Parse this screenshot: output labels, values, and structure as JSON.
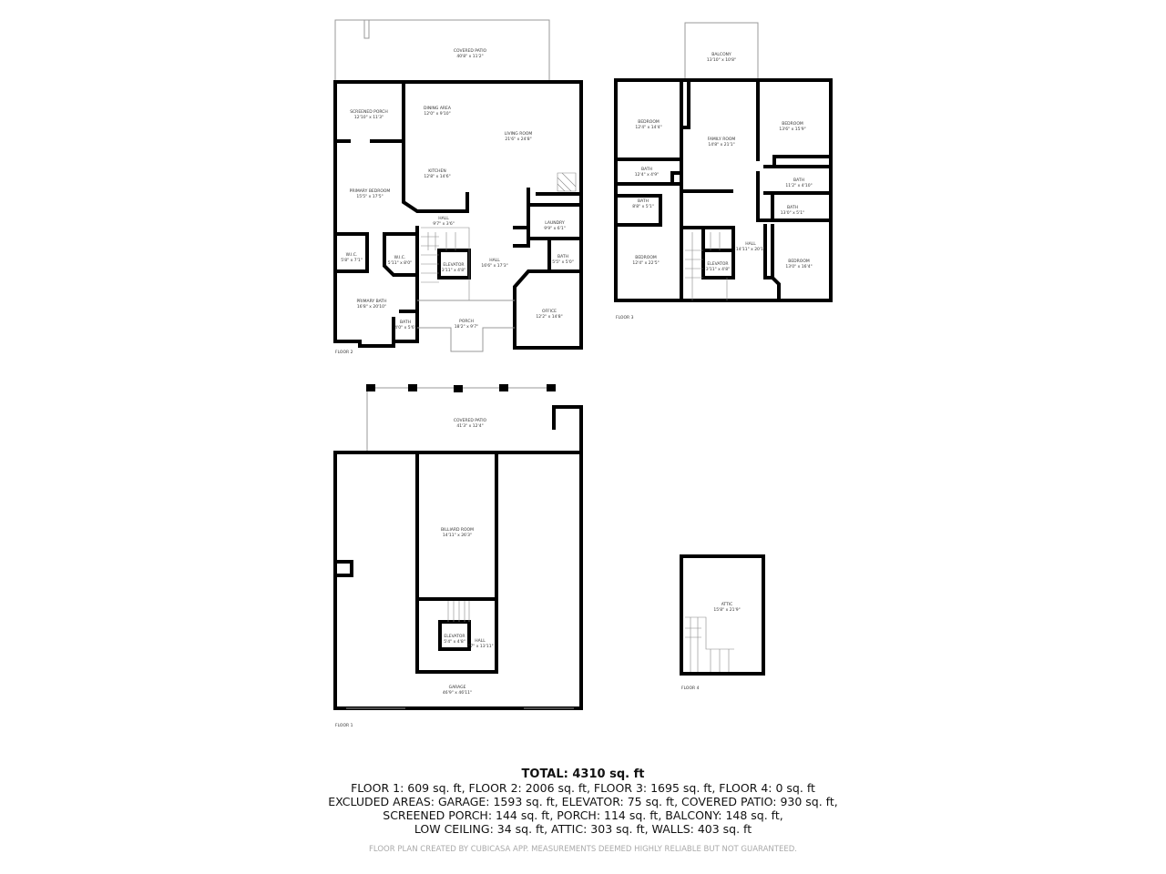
{
  "floors": [
    {
      "label": "FLOOR 2",
      "rooms": [
        {
          "name": "COVERED PATIO",
          "dims": "40'8\" x 11'2\""
        },
        {
          "name": "SCREENED PORCH",
          "dims": "12'10\" x 11'3\""
        },
        {
          "name": "DINING AREA",
          "dims": "12'0\" x 9'10\""
        },
        {
          "name": "LIVING ROOM",
          "dims": "21'6\" x 24'8\""
        },
        {
          "name": "KITCHEN",
          "dims": "12'8\" x 14'6\""
        },
        {
          "name": "PRIMARY BEDROOM",
          "dims": "15'5\" x 17'5\""
        },
        {
          "name": "HALL",
          "dims": "9'7\" x 3'6\""
        },
        {
          "name": "LAUNDRY",
          "dims": "9'9\" x 6'1\""
        },
        {
          "name": "W.I.C.",
          "dims": "5'8\" x 7'1\""
        },
        {
          "name": "W.I.C.",
          "dims": "5'11\" x 8'0\""
        },
        {
          "name": "ELEVATOR",
          "dims": "3'11\" x 4'8\""
        },
        {
          "name": "HALL",
          "dims": "16'6\" x 17'3\""
        },
        {
          "name": "BATH",
          "dims": "5'5\" x 5'0\""
        },
        {
          "name": "PRIMARY BATH",
          "dims": "16'8\" x 20'10\""
        },
        {
          "name": "BATH",
          "dims": "4'0\" x 5'6\""
        },
        {
          "name": "PORCH",
          "dims": "18'2\" x 9'7\""
        },
        {
          "name": "OFFICE",
          "dims": "12'2\" x 14'8\""
        }
      ]
    },
    {
      "label": "FLOOR 3",
      "rooms": [
        {
          "name": "BALCONY",
          "dims": "13'10\" x 10'8\""
        },
        {
          "name": "BEDROOM",
          "dims": "12'4\" x 14'4\""
        },
        {
          "name": "FAMILY ROOM",
          "dims": "14'8\" x 21'1\""
        },
        {
          "name": "BEDROOM",
          "dims": "13'6\" x 15'9\""
        },
        {
          "name": "BATH",
          "dims": "12'4\" x 4'9\""
        },
        {
          "name": "BATH",
          "dims": "11'2\" x 4'10\""
        },
        {
          "name": "BATH",
          "dims": "8'8\" x 5'1\""
        },
        {
          "name": "BATH",
          "dims": "13'0\" x 5'1\""
        },
        {
          "name": "BEDROOM",
          "dims": "12'4\" x 22'5\""
        },
        {
          "name": "ELEVATOR",
          "dims": "3'11\" x 4'8\""
        },
        {
          "name": "HALL",
          "dims": "14'11\" x 20'1\""
        },
        {
          "name": "BEDROOM",
          "dims": "13'0\" x 16'4\""
        }
      ]
    },
    {
      "label": "FLOOR 1",
      "rooms": [
        {
          "name": "COVERED PATIO",
          "dims": "41'3\" x 12'4\""
        },
        {
          "name": "BILLIARD ROOM",
          "dims": "14'11\" x 26'3\""
        },
        {
          "name": "ELEVATOR",
          "dims": "5'4\" x 4'8\""
        },
        {
          "name": "HALL",
          "dims": "7'7\" x 13'11\""
        },
        {
          "name": "GARAGE",
          "dims": "46'9\" x 46'11\""
        }
      ]
    },
    {
      "label": "FLOOR 4",
      "rooms": [
        {
          "name": "ATTIC",
          "dims": "15'8\" x 21'9\""
        }
      ]
    }
  ],
  "summary": {
    "total": "TOTAL: 4310 sq. ft",
    "line1": "FLOOR 1: 609 sq. ft, FLOOR 2: 2006 sq. ft, FLOOR 3: 1695 sq. ft, FLOOR 4: 0 sq. ft",
    "line2": "EXCLUDED AREAS: GARAGE: 1593 sq. ft, ELEVATOR: 75 sq. ft, COVERED PATIO: 930 sq. ft,",
    "line3": "SCREENED PORCH: 144 sq. ft, PORCH: 114 sq. ft, BALCONY: 148 sq. ft,",
    "line4": "LOW CEILING: 34 sq. ft, ATTIC: 303 sq. ft, WALLS: 403 sq. ft"
  },
  "footer": "FLOOR PLAN CREATED BY CUBICASA APP. MEASUREMENTS DEEMED HIGHLY RELIABLE BUT NOT GUARANTEED."
}
